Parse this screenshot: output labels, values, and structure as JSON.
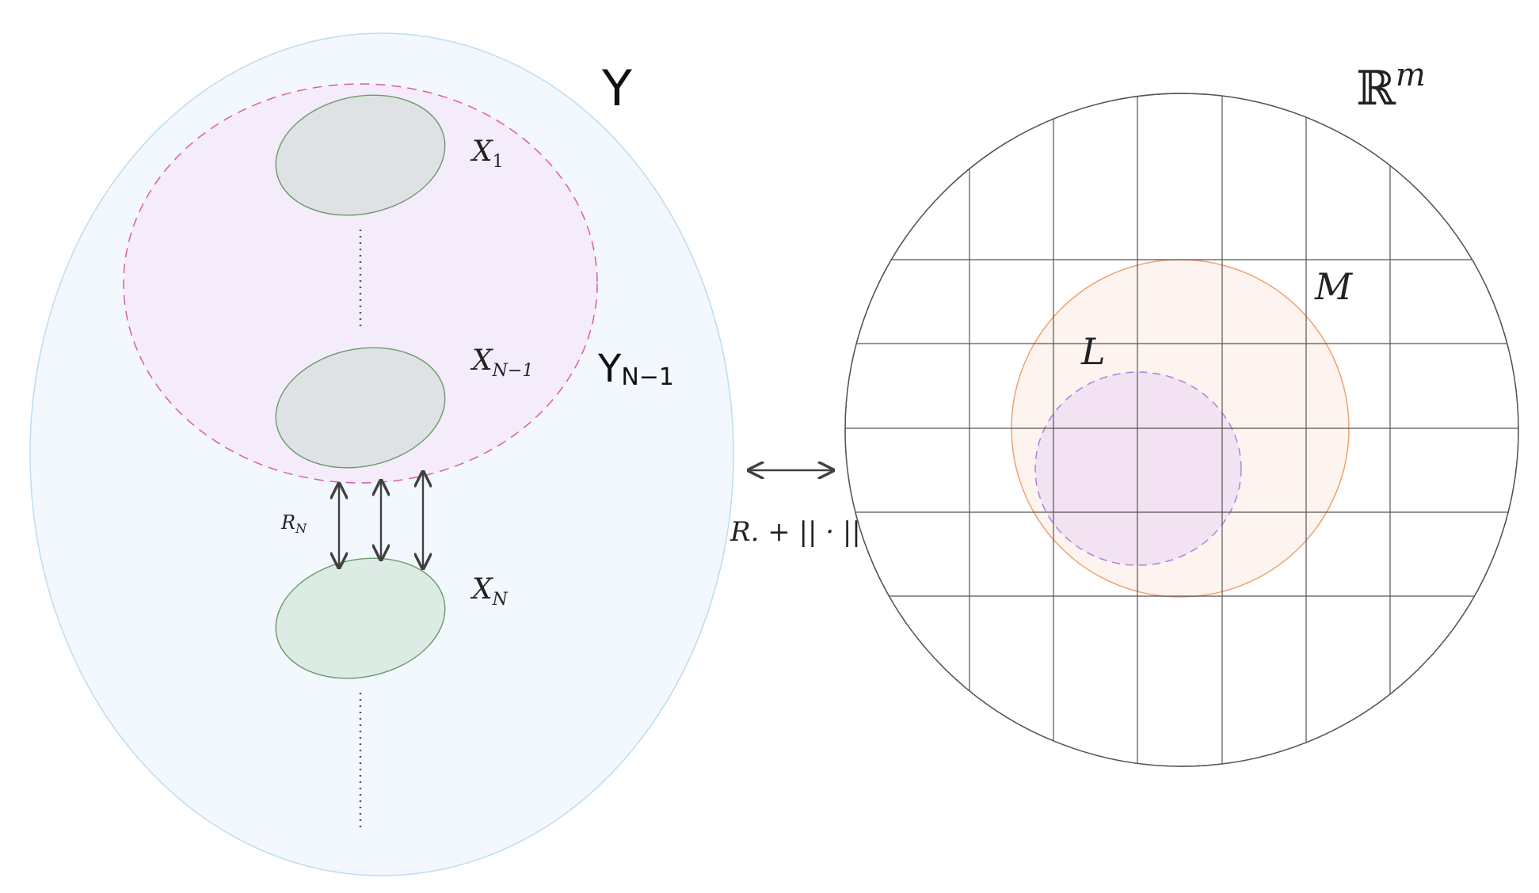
{
  "labels": {
    "Y": "Y",
    "Y_sub": "N−1",
    "X1_main": "X",
    "X1_sub": "1",
    "XN1_main": "X",
    "XN1_sub": "N−1",
    "XN_main": "X",
    "XN_sub": "N",
    "RN_main": "R",
    "RN_sub": "N",
    "map_label": "R. + || · ||",
    "Rm_main": "ℝ",
    "Rm_sup": "m",
    "M": "M",
    "L": "L"
  },
  "colors": {
    "outer_fill": "#f2f8fd",
    "outer_stroke": "#bcdcf2",
    "inner_fill": "#f4ecfa",
    "inner_stroke": "#e05aa6",
    "gray_ellipse_fill": "#dfe2e4",
    "gray_ellipse_stroke": "#6a9a6a",
    "green_ellipse_fill": "#dcece4",
    "green_ellipse_stroke": "#6a9a6a",
    "arrow": "#404040",
    "grid": "#555555",
    "M_fill": "#fdf4ef",
    "M_stroke": "#f0a070",
    "L_fill": "#f2e2f2",
    "L_stroke": "#b080e0"
  }
}
